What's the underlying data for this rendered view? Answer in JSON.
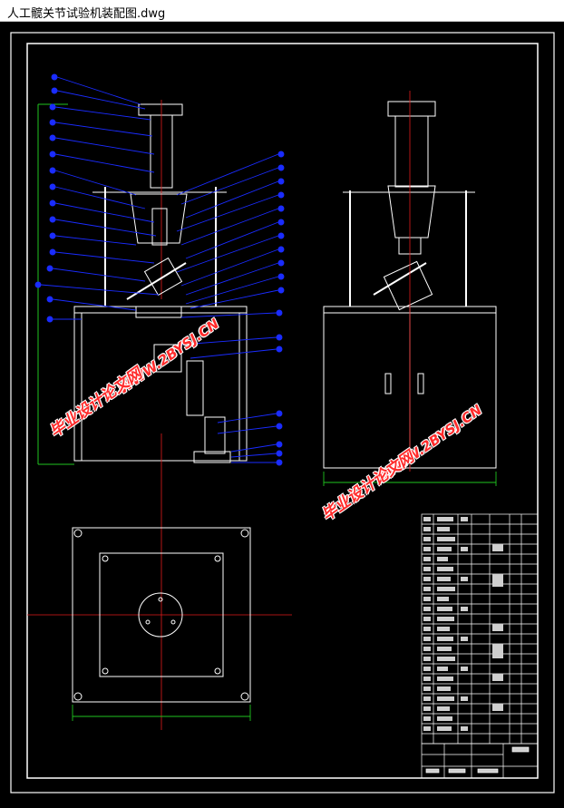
{
  "window": {
    "title": "人工髋关节试验机装配图.dwg"
  },
  "watermarks": [
    {
      "text": "WWW.2BYSJ.CN"
    },
    {
      "text": "毕业设计论文网"
    },
    {
      "text": "WWW.2BYSJ.CN"
    },
    {
      "text": "毕业设计论文网"
    }
  ],
  "colors": {
    "background": "#000000",
    "border": "#ffffff",
    "leader": "#1a2cff",
    "dimension": "#21c421",
    "centerline": "#e01c1c",
    "watermark": "#ff2b2b"
  }
}
